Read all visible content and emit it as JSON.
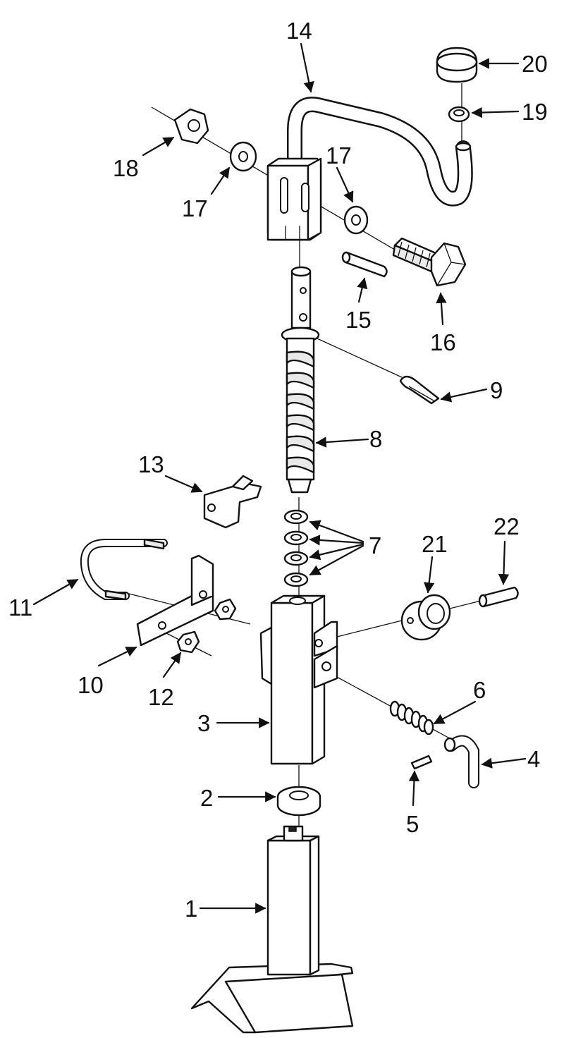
{
  "diagram": {
    "callouts": [
      {
        "id": "c1",
        "text": "1"
      },
      {
        "id": "c2",
        "text": "2"
      },
      {
        "id": "c3",
        "text": "3"
      },
      {
        "id": "c4",
        "text": "4"
      },
      {
        "id": "c5",
        "text": "5"
      },
      {
        "id": "c6",
        "text": "6"
      },
      {
        "id": "c7",
        "text": "7"
      },
      {
        "id": "c8",
        "text": "8"
      },
      {
        "id": "c9",
        "text": "9"
      },
      {
        "id": "c10",
        "text": "10"
      },
      {
        "id": "c11",
        "text": "11"
      },
      {
        "id": "c12",
        "text": "12"
      },
      {
        "id": "c13",
        "text": "13"
      },
      {
        "id": "c14",
        "text": "14"
      },
      {
        "id": "c15",
        "text": "15"
      },
      {
        "id": "c16",
        "text": "16"
      },
      {
        "id": "c17a",
        "text": "17"
      },
      {
        "id": "c17b",
        "text": "17"
      },
      {
        "id": "c18",
        "text": "18"
      },
      {
        "id": "c19",
        "text": "19"
      },
      {
        "id": "c20",
        "text": "20"
      },
      {
        "id": "c21",
        "text": "21"
      },
      {
        "id": "c22",
        "text": "22"
      }
    ]
  }
}
